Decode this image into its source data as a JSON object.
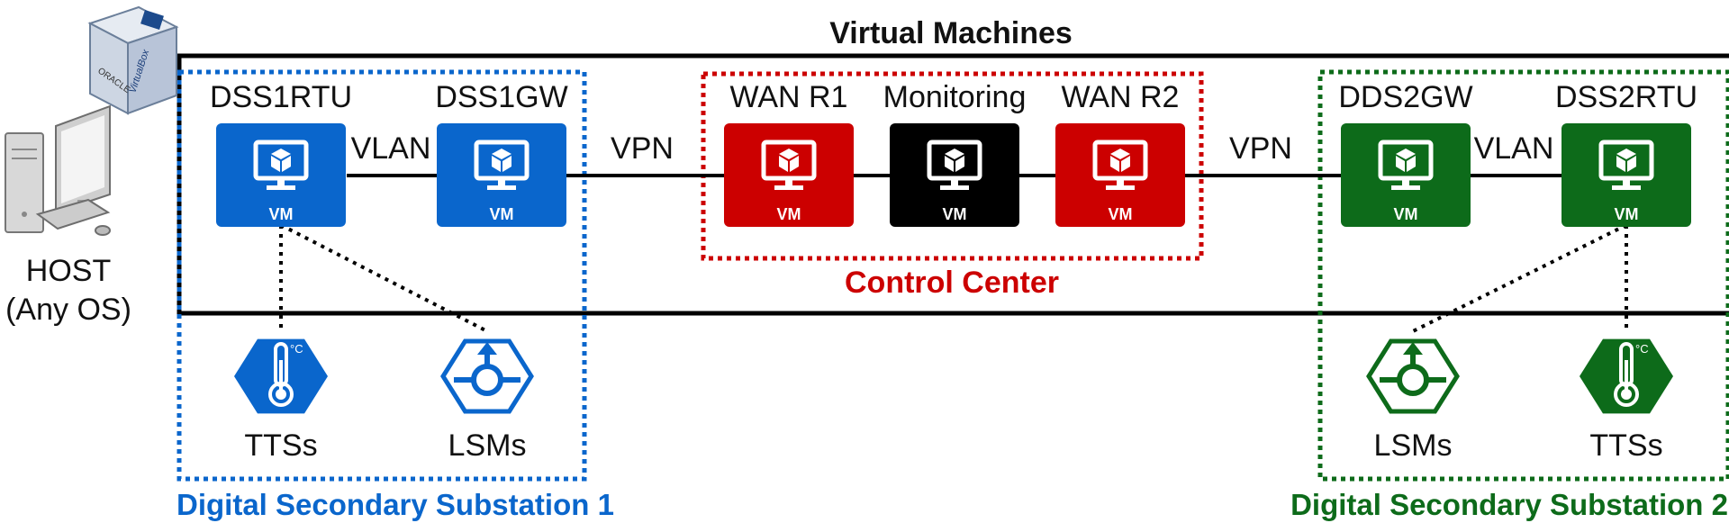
{
  "title": "Virtual Machines",
  "host": {
    "label_line1": "HOST",
    "label_line2": "(Any OS)",
    "virtualbox_logo_text": [
      "ORACLE",
      "VirtualBox"
    ]
  },
  "colors": {
    "blue": "#0a66cc",
    "red": "#cc0000",
    "black": "#000000",
    "green": "#0d6b1a"
  },
  "vms": [
    {
      "id": "dss1rtu",
      "name": "DSS1RTU",
      "badge": "VM",
      "color": "#0a66cc"
    },
    {
      "id": "dss1gw",
      "name": "DSS1GW",
      "badge": "VM",
      "color": "#0a66cc"
    },
    {
      "id": "wanr1",
      "name": "WAN R1",
      "badge": "VM",
      "color": "#cc0000"
    },
    {
      "id": "monitoring",
      "name": "Monitoring",
      "badge": "VM",
      "color": "#000000"
    },
    {
      "id": "wanr2",
      "name": "WAN R2",
      "badge": "VM",
      "color": "#cc0000"
    },
    {
      "id": "dds2gw",
      "name": "DDS2GW",
      "badge": "VM",
      "color": "#0d6b1a"
    },
    {
      "id": "dss2rtu",
      "name": "DSS2RTU",
      "badge": "VM",
      "color": "#0d6b1a"
    }
  ],
  "links": {
    "vlan_left": "VLAN",
    "vpn_left": "VPN",
    "vpn_right": "VPN",
    "vlan_right": "VLAN"
  },
  "groups": {
    "substation1": "Digital Secondary Substation 1",
    "control_center": "Control Center",
    "substation2": "Digital Secondary Substation 2"
  },
  "devices": [
    {
      "id": "tts1",
      "kind": "thermometer",
      "label": "TTSs",
      "unit": "°C",
      "color": "#0a66cc"
    },
    {
      "id": "lsm1",
      "kind": "switch",
      "label": "LSMs",
      "color": "#0a66cc"
    },
    {
      "id": "lsm2",
      "kind": "switch",
      "label": "LSMs",
      "color": "#0d6b1a"
    },
    {
      "id": "tts2",
      "kind": "thermometer",
      "label": "TTSs",
      "unit": "°C",
      "color": "#0d6b1a"
    }
  ]
}
